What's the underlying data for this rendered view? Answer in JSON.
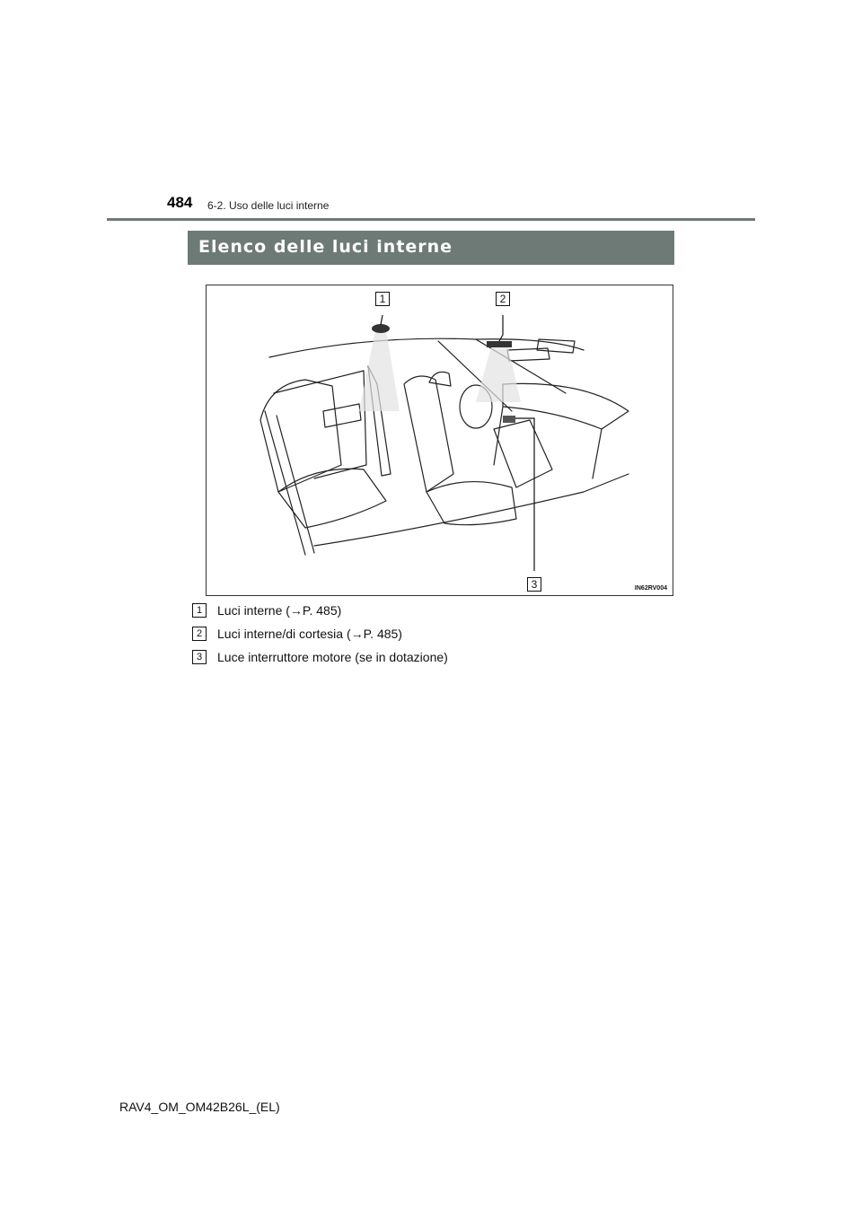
{
  "header": {
    "page_number": "484",
    "section": "6-2. Uso delle luci interne"
  },
  "title": "Elenco delle luci interne",
  "figure": {
    "code": "IN62RV004",
    "callouts": [
      "1",
      "2",
      "3"
    ]
  },
  "legend": [
    {
      "num": "1",
      "text": "Luci interne (→P. 485)"
    },
    {
      "num": "2",
      "text": "Luci interne/di cortesia (→P. 485)"
    },
    {
      "num": "3",
      "text": "Luce interruttore motore (se in dotazione)"
    }
  ],
  "footer": {
    "doc_id": "RAV4_OM_OM42B26L_(EL)"
  },
  "colors": {
    "accent": "#6d7a76"
  }
}
